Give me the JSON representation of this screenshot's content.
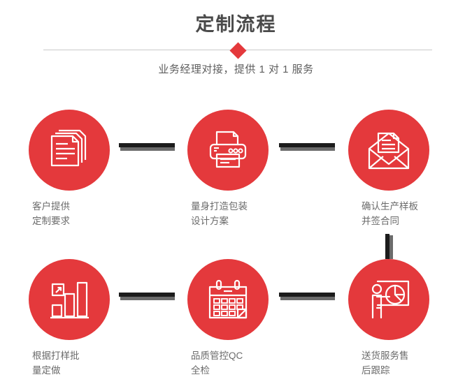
{
  "header": {
    "title": "定制流程",
    "subtitle": "业务经理对接，提供 1 对 1 服务",
    "divider_icon": "diamond-marker"
  },
  "theme": {
    "accent_red": "#E4393C",
    "title_color": "#4A4A4A",
    "label_color": "#6B6B6B",
    "connector_dark": "#1C1C1C",
    "connector_grey": "#6B6B6B",
    "divider_line": "#C9C9C9",
    "background": "#FFFFFF"
  },
  "steps": [
    {
      "index": "1",
      "label": "客户提供\n定制要求",
      "icon": "documents-stack-icon"
    },
    {
      "index": "2",
      "label": "量身打造包装\n设计方案",
      "icon": "printer-icon"
    },
    {
      "index": "3",
      "label": "确认生产样板\n并签合同",
      "icon": "open-envelope-document-icon"
    },
    {
      "index": "4",
      "label": "根据打样批\n量定做",
      "icon": "bar-chart-growth-icon"
    },
    {
      "index": "5",
      "label": "品质管控QC\n全检",
      "icon": "calendar-icon"
    },
    {
      "index": "6",
      "label": "送货服务售\n后跟踪",
      "icon": "presenter-pie-chart-icon"
    }
  ],
  "connectors": [
    {
      "name": "connector-step1-step2",
      "orientation": "horizontal"
    },
    {
      "name": "connector-step2-step3",
      "orientation": "horizontal"
    },
    {
      "name": "connector-step4-step5",
      "orientation": "horizontal"
    },
    {
      "name": "connector-step5-step6",
      "orientation": "horizontal"
    },
    {
      "name": "connector-step3-step6",
      "orientation": "vertical"
    }
  ]
}
